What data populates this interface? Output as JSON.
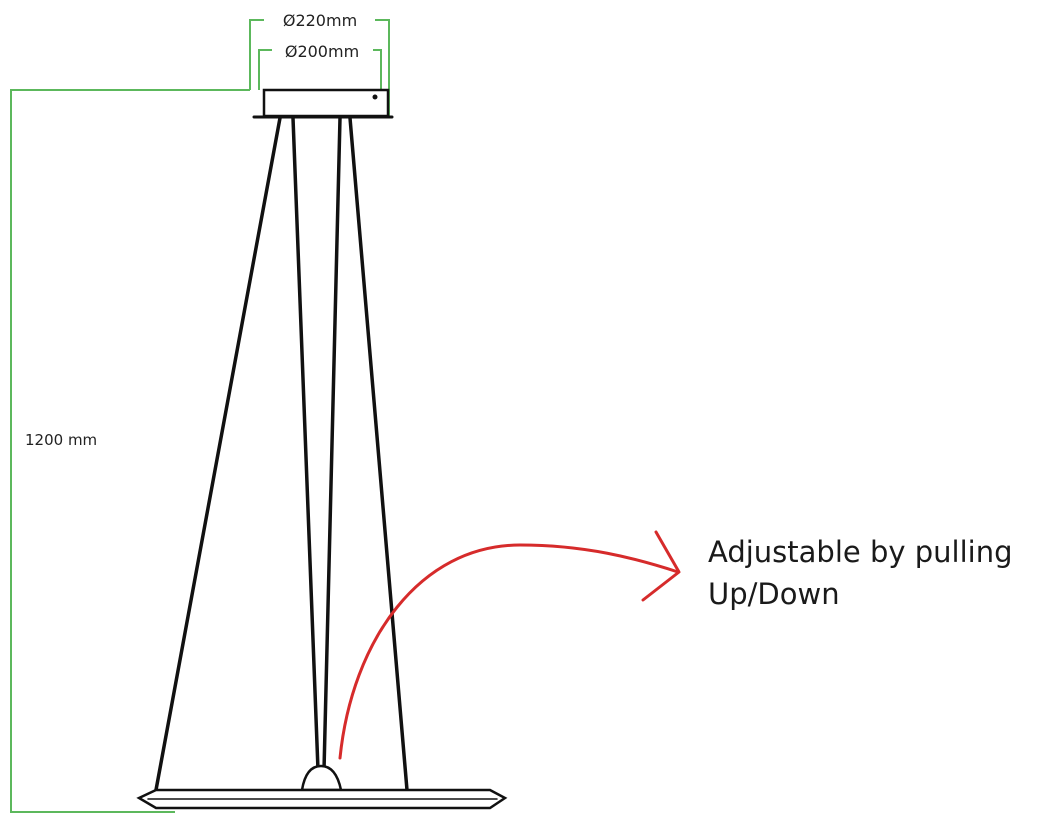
{
  "dimensions": {
    "outer_diameter": "Ø220mm",
    "inner_diameter": "Ø200mm",
    "height": "1200 mm"
  },
  "annotation": {
    "line1": "Adjustable by pulling",
    "line2": "Up/Down"
  },
  "colors": {
    "dimension_lines": "#5cb85c",
    "arrow": "#d62b2b",
    "drawing": "#111111"
  }
}
